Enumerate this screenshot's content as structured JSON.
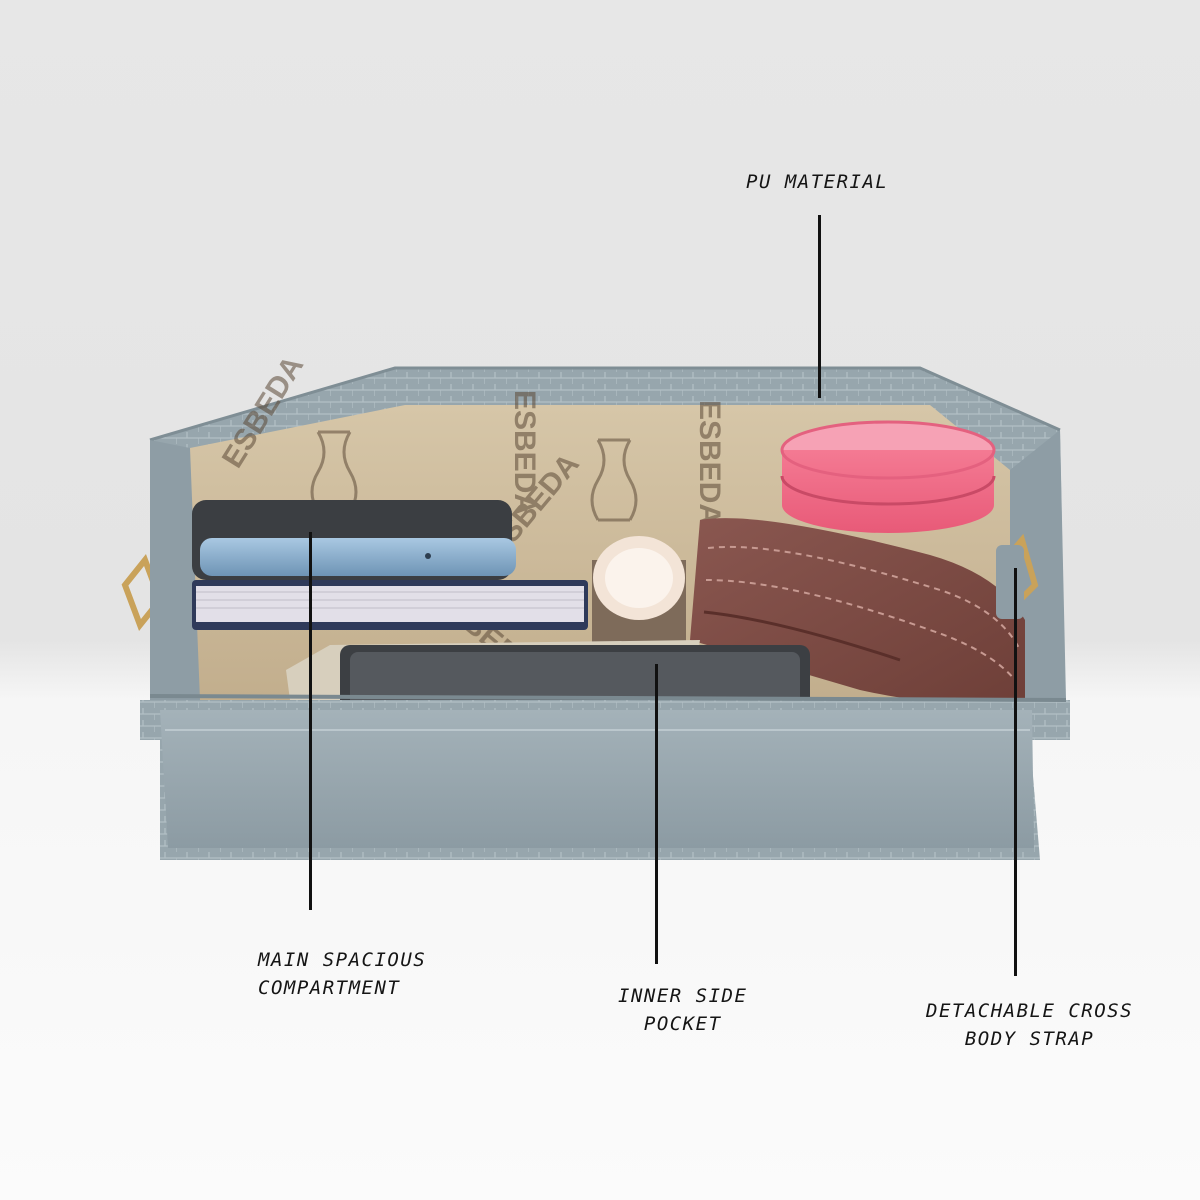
{
  "colors": {
    "bag_body": "#9aa9b0",
    "bag_lining": "#cbb99a",
    "compact": "#ee6a86",
    "wallet": "#7b4a42",
    "phone": "#8fb4d3",
    "hardware": "#c9a25a",
    "leader_line": "#111111"
  },
  "lining_print": {
    "brand_text": "ESBEDA"
  },
  "callouts": {
    "pu_material": {
      "label": "PU MATERIAL"
    },
    "main_compartment": {
      "line1": "MAIN SPACIOUS",
      "line2": "COMPARTMENT"
    },
    "inner_pocket": {
      "line1": "INNER SIDE",
      "line2": "POCKET"
    },
    "cross_body_strap": {
      "line1": "DETACHABLE CROSS",
      "line2": "BODY STRAP"
    }
  }
}
